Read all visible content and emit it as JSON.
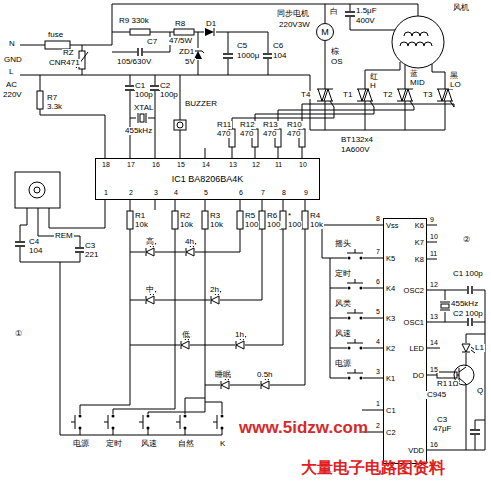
{
  "diagram": {
    "nodes": [
      {
        "text": [
          "M"
        ]
      },
      {
        "text": [
          "IC1 BA8206BA4K"
        ]
      },
      {
        "text": [
          "Vss",
          "K5",
          "K4",
          "K3",
          "K2",
          "K1",
          "C1",
          "C2",
          "K6",
          "K7",
          "K8",
          "OSC2",
          "OSC1",
          "LED",
          "DO",
          "VDD"
        ]
      }
    ],
    "labels": [
      "N",
      "fuse",
      "GND",
      "L",
      "AC",
      "220V",
      "RZ",
      "CNR471",
      "R9 330k",
      "C7",
      "105/630V",
      "R8",
      "47/5W",
      "D1",
      "ZD1",
      "5V",
      "C5",
      "1000μ",
      "C6",
      "104",
      "同步电机",
      "220V3W",
      "白",
      "1.5μF",
      "400V",
      "风机",
      "棕",
      "OS",
      "T4",
      "红",
      "H",
      "T1",
      "蓝",
      "MID",
      "T2",
      "黑",
      "LO",
      "T3",
      "BT132x4",
      "1A600V",
      "C1",
      "100p",
      "C2",
      "100p",
      "R7",
      "3.3k",
      "XTAL",
      "455kHz",
      "BUZZER",
      "R11",
      "470",
      "R12",
      "470",
      "R13",
      "470",
      "R10",
      "470",
      "18",
      "17",
      "16",
      "15",
      "14",
      "13",
      "12",
      "11",
      "10",
      "1",
      "2",
      "3",
      "4",
      "5",
      "6",
      "7",
      "8",
      "9",
      "R1",
      "10k",
      "R2",
      "10k",
      "R3",
      "10k",
      "R5",
      "100",
      "R6",
      "100",
      "*",
      "100",
      "R4",
      "10k",
      "4h",
      "2h",
      "1h",
      "0.5h",
      "高",
      "中",
      "低",
      "睡眠",
      "电源",
      "定时",
      "风速",
      "自然",
      "K",
      "REM",
      "C4",
      "104",
      "C3",
      "221",
      "①",
      "②",
      "摇头",
      "定时",
      "风类",
      "风速",
      "电源",
      "8",
      "7",
      "6",
      "5",
      "4",
      "3",
      "1",
      "2",
      "9",
      "10",
      "11",
      "12",
      "13",
      "14",
      "15",
      "16",
      "C1",
      "100p",
      "455kHz",
      "C2",
      "100p",
      "L1",
      "R1",
      "1Ω",
      "C945",
      "Q",
      "C3",
      "47μF",
      "www.5idzw.com",
      "大量电子电路图资料"
    ]
  }
}
